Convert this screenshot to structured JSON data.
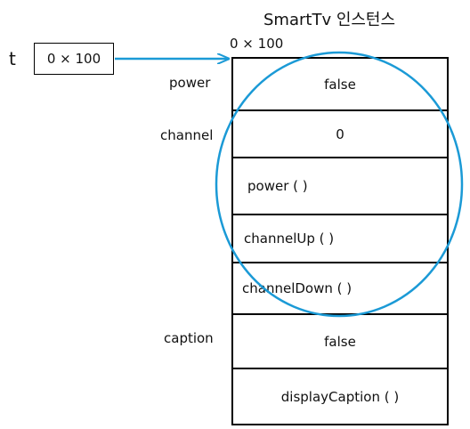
{
  "title": "SmartTv 인스턴스",
  "instance_address": "0 × 100",
  "reference": {
    "variable": "t",
    "value": "0 × 100"
  },
  "field_labels": {
    "power": "power",
    "channel": "channel",
    "caption": "caption"
  },
  "cells": [
    {
      "text": "false"
    },
    {
      "text": "0"
    },
    {
      "text": "power ( )"
    },
    {
      "text": "channelUp ( )"
    },
    {
      "text": "channelDown ( )"
    },
    {
      "text": "false"
    },
    {
      "text": "displayCaption ( )"
    }
  ],
  "colors": {
    "highlight": "#1b9ad6",
    "border": "#000000"
  }
}
